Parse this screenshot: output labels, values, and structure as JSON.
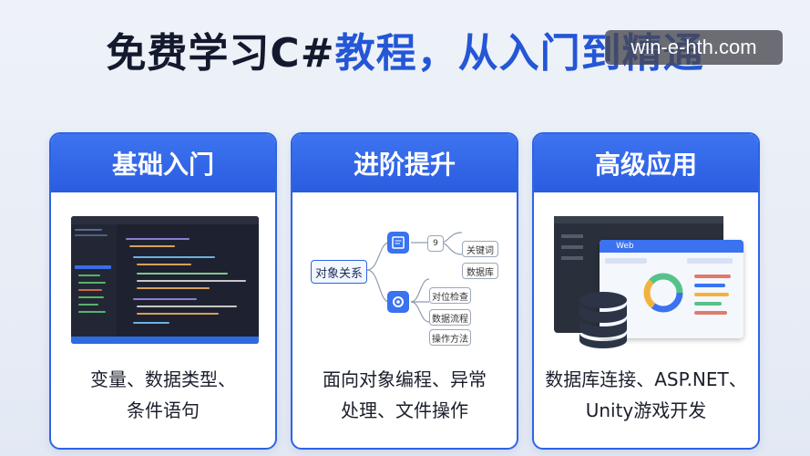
{
  "title": {
    "part1": "免费学习C#",
    "part2": "教程，从入门到精通"
  },
  "watermark": "win-e-hth.com",
  "cards": [
    {
      "heading": "基础入门",
      "desc_line1": "变量、数据类型、",
      "desc_line2": "条件语句"
    },
    {
      "heading": "进阶提升",
      "desc_line1": "面向对象编程、异常",
      "desc_line2": "处理、文件操作"
    },
    {
      "heading": "高级应用",
      "desc_line1": "数据库连接、ASP.NET、",
      "desc_line2": "Unity游戏开发"
    }
  ],
  "mindmap": {
    "root": "对象关系",
    "small": "9",
    "leaf_top": [
      "关键词",
      "数据库"
    ],
    "leaf_bottom": [
      "对位检查",
      "数据流程",
      "操作方法"
    ]
  },
  "dashboard": {
    "label": "Web"
  },
  "colors": {
    "accent": "#2f63e6",
    "title_dark": "#141a2e",
    "title_blue": "#2456d6"
  }
}
